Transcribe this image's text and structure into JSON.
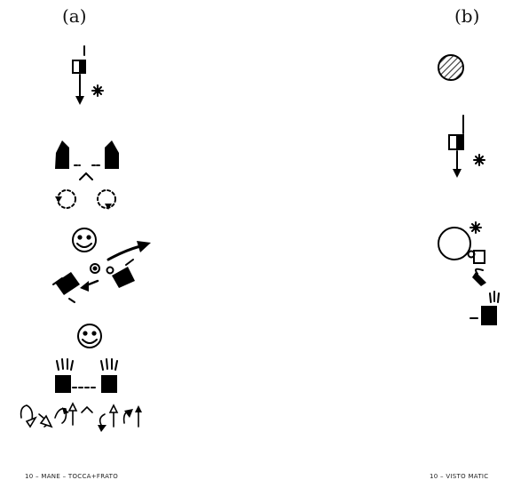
{
  "panels": [
    {
      "label": "(a)",
      "caption": "10 – MANE – TOCCA+FRATO"
    },
    {
      "label": "(b)",
      "caption": "10 – VISTO MATIC"
    }
  ]
}
